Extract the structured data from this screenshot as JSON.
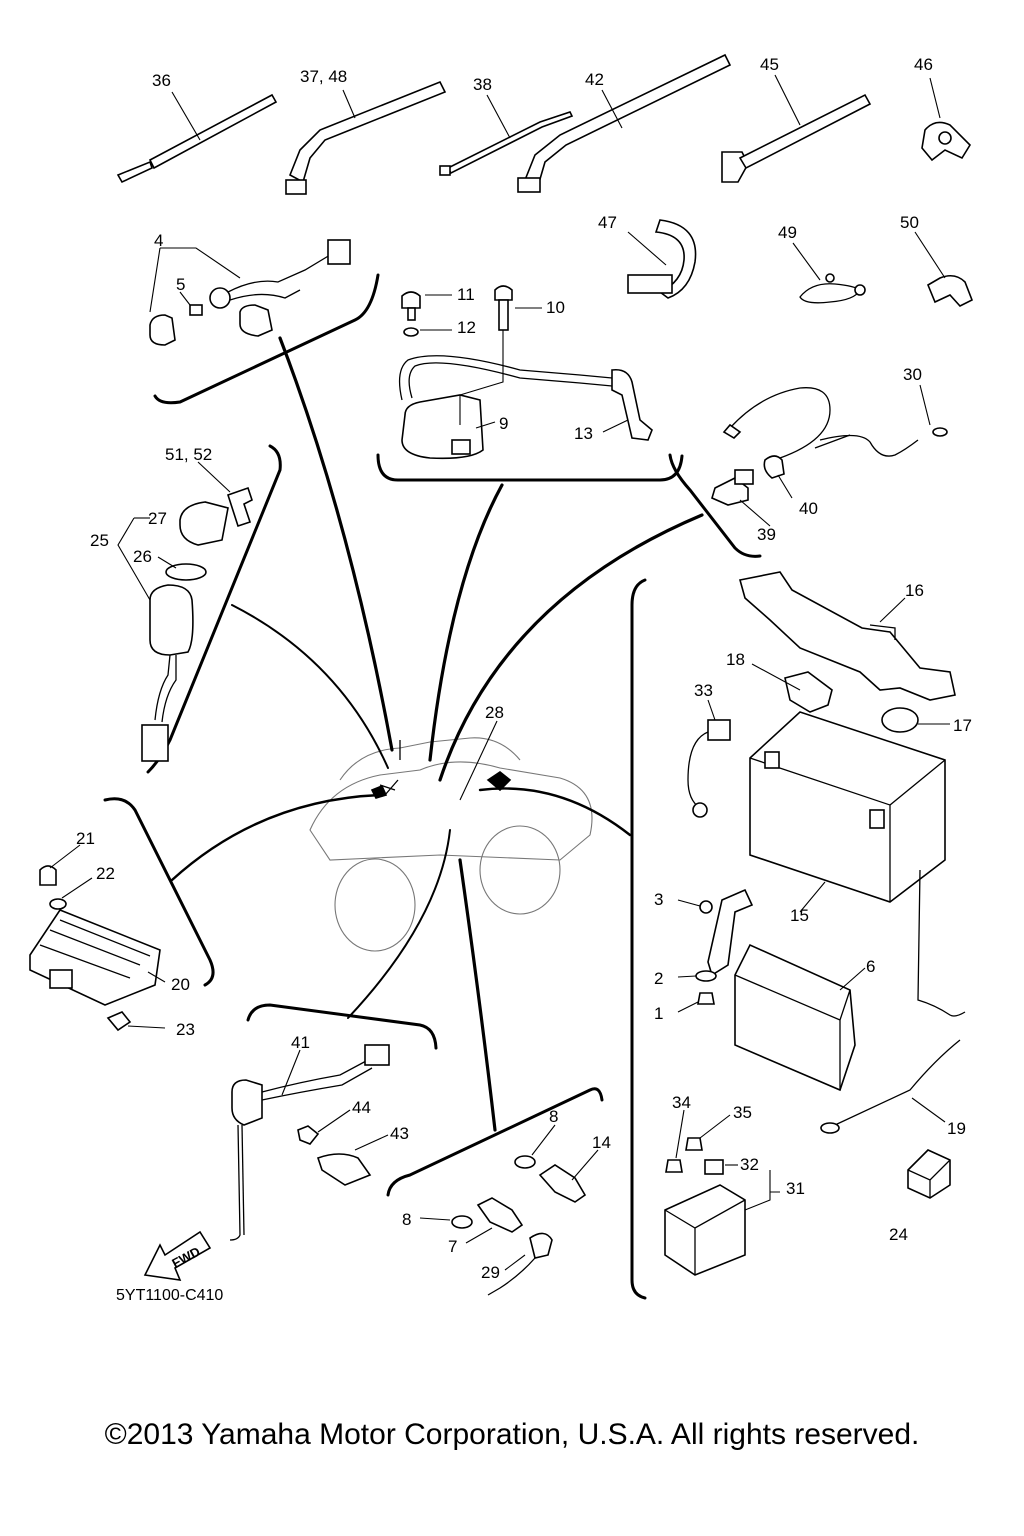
{
  "diagram_code": "5YT1100-C410",
  "fwd_label": "FWD",
  "copyright": "©2013 Yamaha Motor Corporation, U.S.A. All rights reserved.",
  "callouts": {
    "c36": "36",
    "c37": "37, 48",
    "c38": "38",
    "c42": "42",
    "c45": "45",
    "c46": "46",
    "c47": "47",
    "c49": "49",
    "c50": "50",
    "c4": "4",
    "c5": "5",
    "c11": "11",
    "c10": "10",
    "c12": "12",
    "c9": "9",
    "c13": "13",
    "c30": "30",
    "c40": "40",
    "c39": "39",
    "c51": "51, 52",
    "c27": "27",
    "c25": "25",
    "c26": "26",
    "c16": "16",
    "c18": "18",
    "c33": "33",
    "c17": "17",
    "c28": "28",
    "c15": "15",
    "c21": "21",
    "c22": "22",
    "c20": "20",
    "c23": "23",
    "c3": "3",
    "c2": "2",
    "c6": "6",
    "c1": "1",
    "c41": "41",
    "c44": "44",
    "c43": "43",
    "c34": "34",
    "c35": "35",
    "c32": "32",
    "c31": "31",
    "c19": "19",
    "c8a": "8",
    "c14": "14",
    "c8b": "8",
    "c7": "7",
    "c29": "29",
    "c24": "24"
  }
}
